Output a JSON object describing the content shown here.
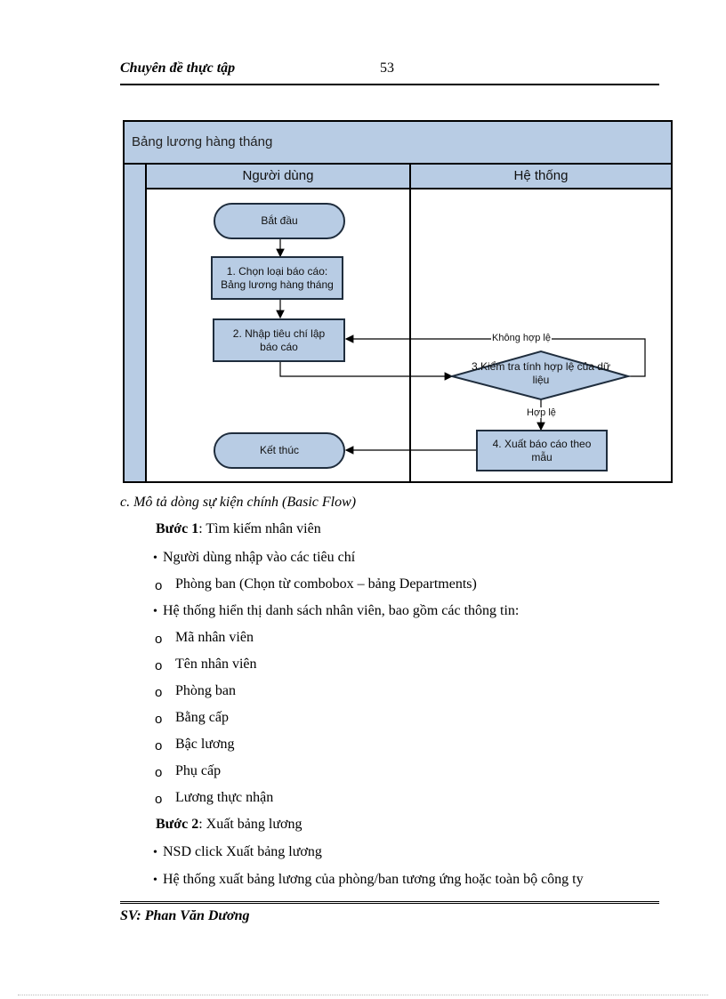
{
  "header": {
    "doc_title": "Chuyên  đề thực tập",
    "page_number": "53"
  },
  "diagram": {
    "title": "Bảng lương hàng tháng",
    "lanes": [
      "Người dùng",
      "Hệ thống"
    ],
    "nodes": {
      "start": "Bắt đầu",
      "step1": "1. Chọn loại báo cáo: Bảng lương hàng tháng",
      "step2": "2. Nhập tiêu chí lập báo cáo",
      "step3": "3.Kiểm tra tính hợp lệ của dữ liệu",
      "step4": "4. Xuất báo cáo theo mẫu",
      "end": "Kết thúc"
    },
    "edges": {
      "invalid": "Không hợp lệ",
      "valid": "Hợp lệ"
    }
  },
  "content": {
    "section_title": "c. Mô tả dòng sự kiện chính (Basic Flow)",
    "step1_label": "Bước 1",
    "step1_text": ": Tìm kiếm nhân viên",
    "b1": "Người dùng nhập vào các tiêu chí",
    "o1": "Phòng ban (Chọn từ combobox – bảng Departments)",
    "b2": "Hệ thống hiển thị danh sách nhân viên, bao gồm các thông tin:",
    "fields": [
      "Mã nhân viên",
      "Tên nhân viên",
      "Phòng ban",
      "Bằng cấp",
      "Bậc lương",
      "Phụ cấp",
      "Lương thực nhận"
    ],
    "step2_label": "Bước 2",
    "step2_text": ": Xuất bảng lương",
    "b3": "NSD click Xuất bảng lương",
    "b4": "Hệ thống xuất bảng lương của phòng/ban  tương ứng hoặc toàn bộ công ty"
  },
  "footer": {
    "student": "SV: Phan Văn Dương"
  },
  "bullets": {
    "dot": "•",
    "circle": "o"
  }
}
